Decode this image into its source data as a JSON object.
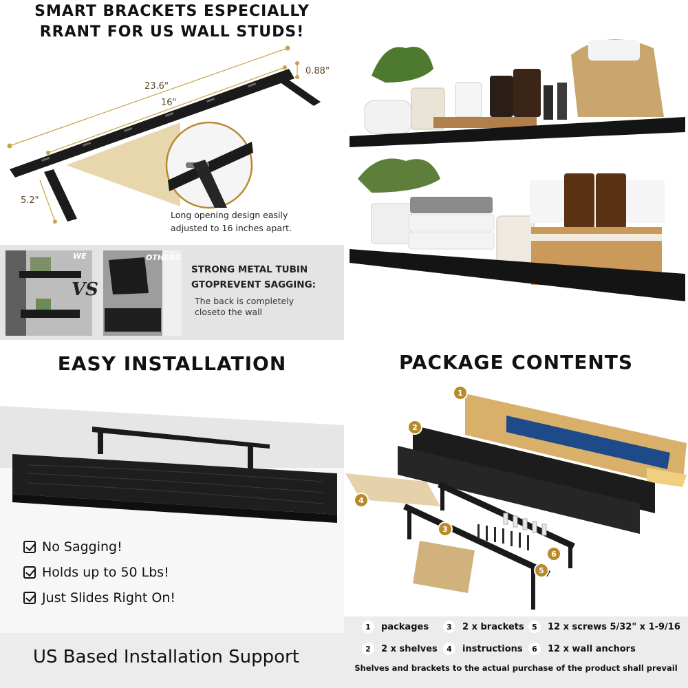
{
  "q1": {
    "title_line1": "SMART BRACKETS ESPECIALLY",
    "title_line2": "RRANT FOR US WALL STUDS!",
    "dim_total": "23.6\"",
    "dim_spacing": "16\"",
    "dim_thickness": "0.88\"",
    "dim_depth": "5.2\"",
    "caption_line1": "Long opening design easily",
    "caption_line2": "adjusted to 16 inches apart.",
    "we_label": "WE",
    "others_label": "OTHERS",
    "vs_label": "VS",
    "strong_line1": "STRONG METAL TUBIN",
    "strong_line2": "GTOPREVENT SAGGING:",
    "back_line1": "The back is completely",
    "back_line2": "closeto the wall"
  },
  "q3": {
    "title": "EASY INSTALLATION",
    "features": [
      "No Sagging!",
      "Holds up to 50 Lbs!",
      "Just Slides Right On!"
    ],
    "support": "US Based Installation Support"
  },
  "q4": {
    "title": "PACKAGE CONTENTS",
    "badges": [
      "1",
      "2",
      "3",
      "4",
      "5",
      "6"
    ],
    "legend": [
      {
        "num": "1",
        "text": "packages"
      },
      {
        "num": "3",
        "text": "2 x brackets"
      },
      {
        "num": "5",
        "text": "12 x screws 5/32\" x 1-9/16"
      },
      {
        "num": "2",
        "text": "2 x shelves"
      },
      {
        "num": "4",
        "text": "instructions"
      },
      {
        "num": "6",
        "text": "12 x wall anchors"
      }
    ],
    "note": "Shelves and brackets to the actual purchase of the product shall prevail"
  },
  "colors": {
    "accent_gold": "#b88a2a",
    "shelf_black": "#1a1a1a",
    "panel_gray": "#e4e4e4"
  }
}
